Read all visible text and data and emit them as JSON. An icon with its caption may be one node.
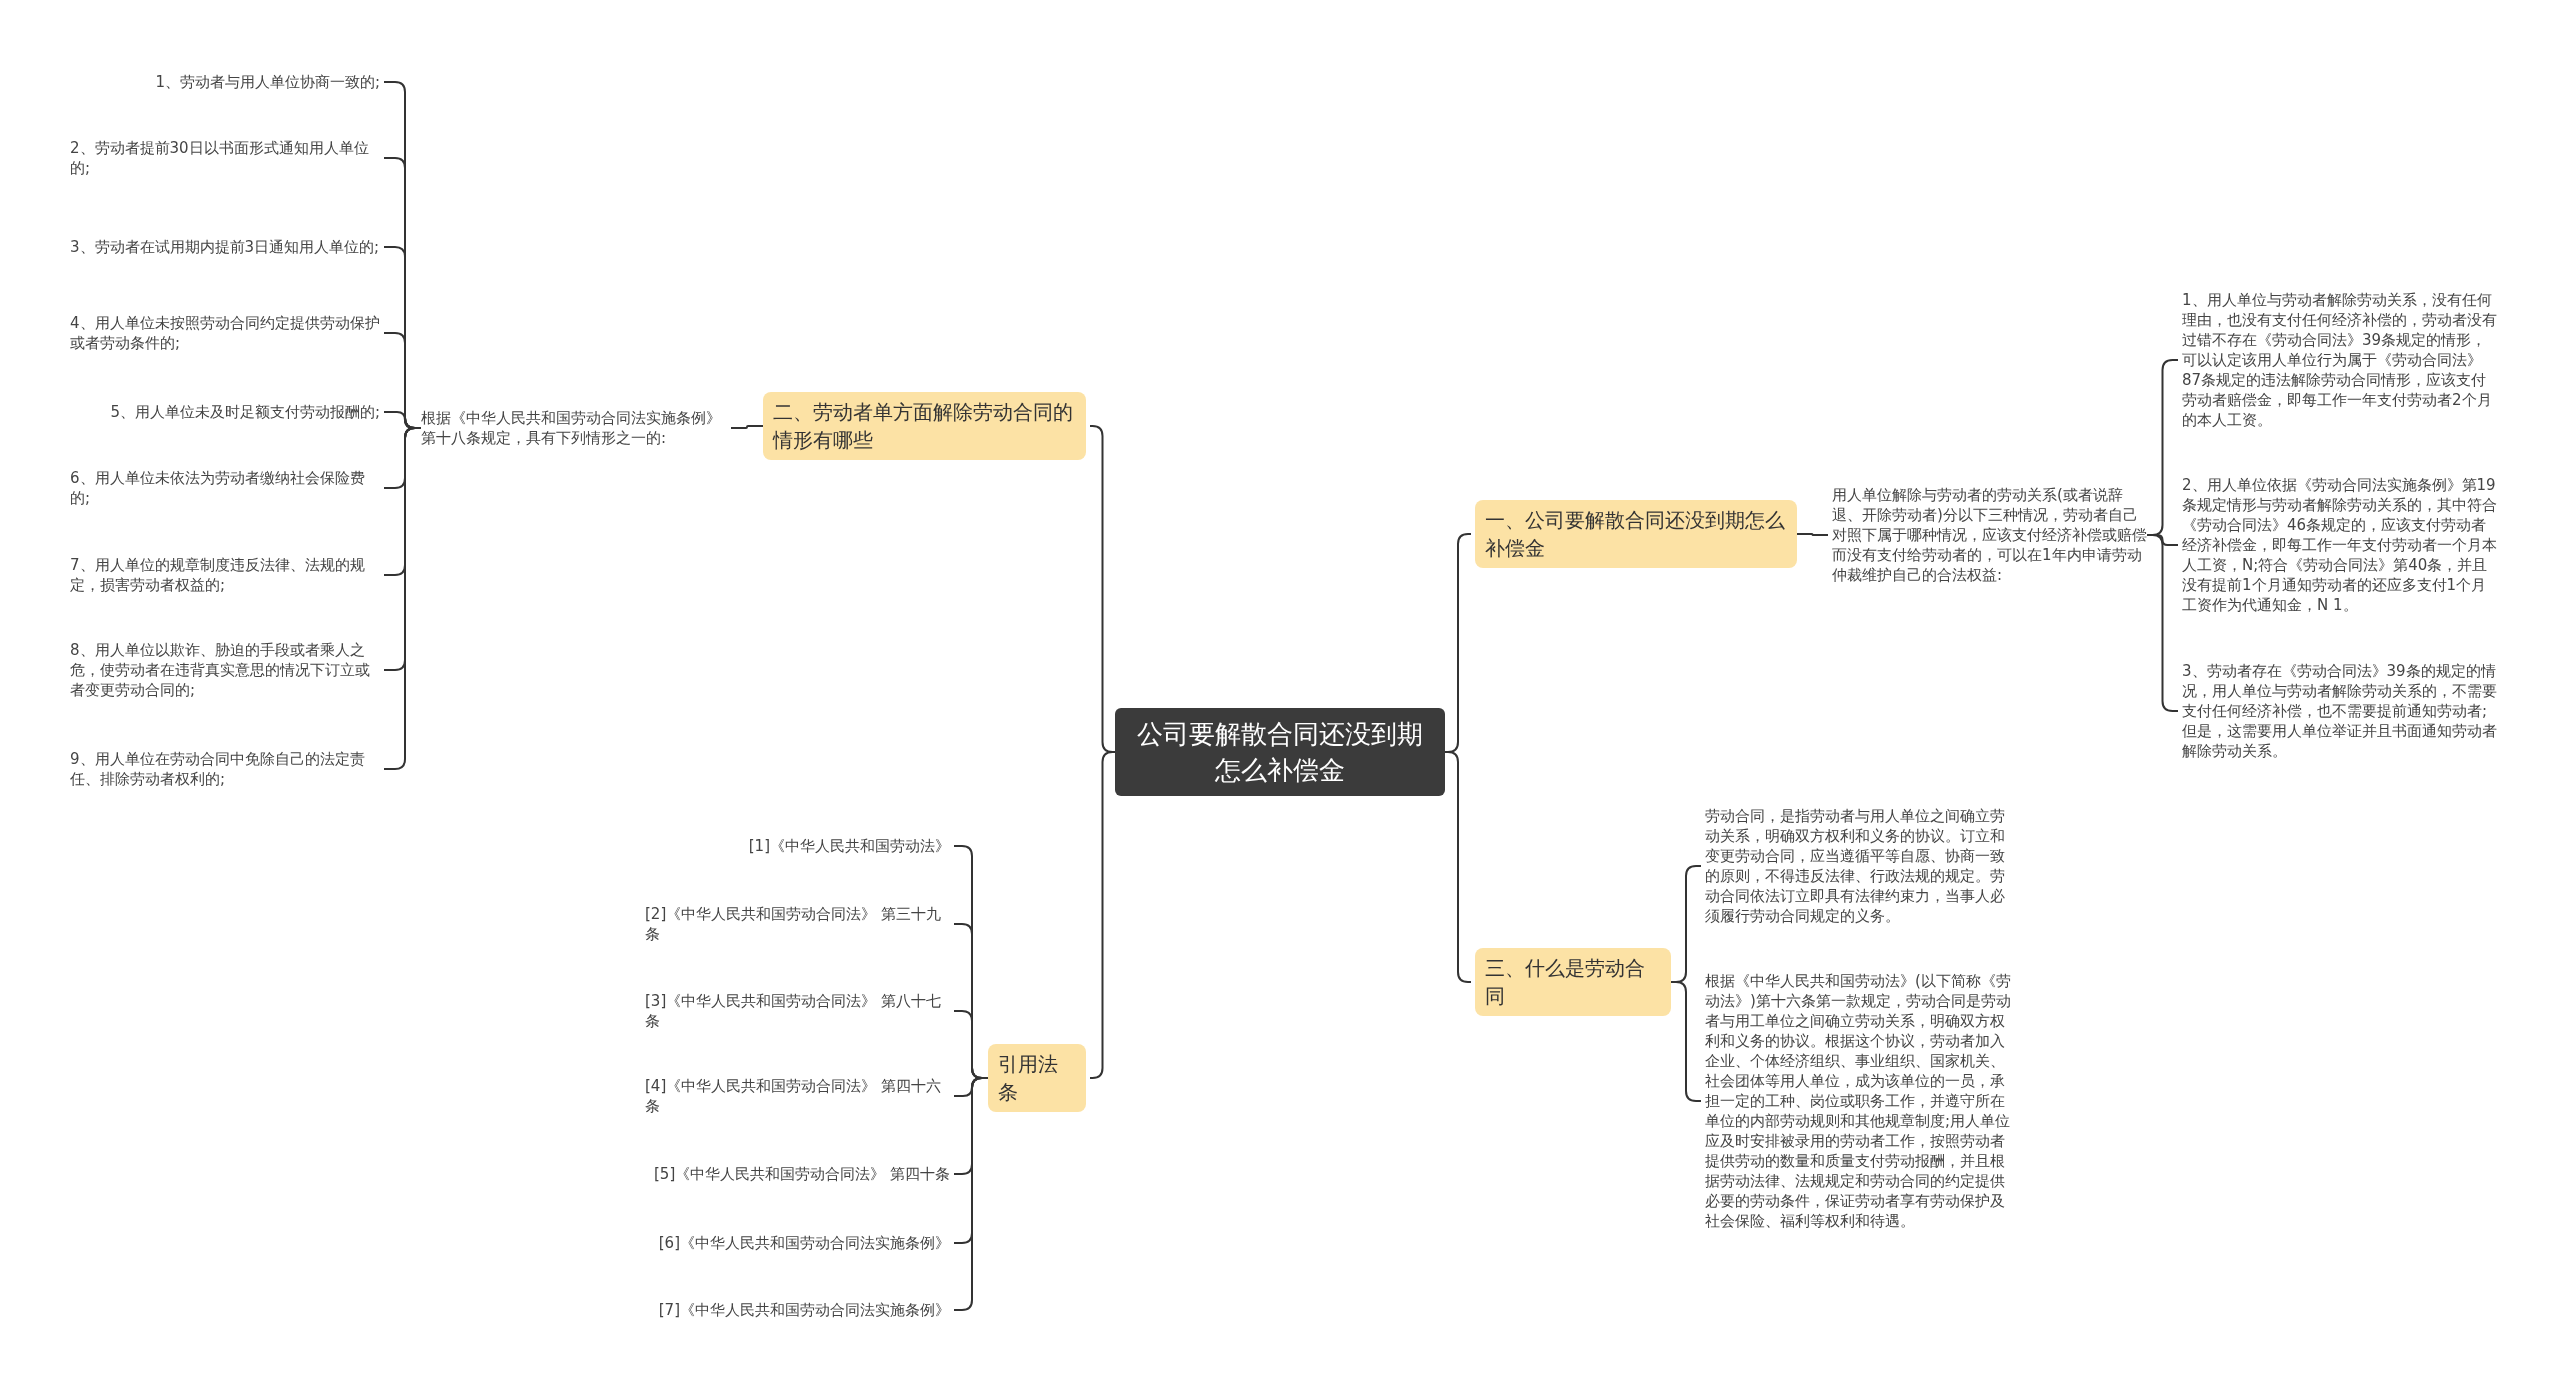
{
  "diagram": {
    "nodes": [
      {
        "text": [
          "公司要解散合同还没到期怎么补偿金"
        ]
      },
      {
        "text": [
          "一、公司要解散合同还没到期怎么补偿金"
        ]
      },
      {
        "text": [
          "用人单位解除与劳动者的劳动关系(或者说辞退、开除劳动者)分以下三种情况，劳动者自己对照下属于哪种情况，应该支付经济补偿或赔偿而没有支付给劳动者的，可以在1年内申请劳动仲裁维护自己的合法权益:"
        ]
      },
      {
        "text": [
          "1、用人单位与劳动者解除劳动关系，没有任何理由，也没有支付任何经济补偿的，劳动者没有过错不存在《劳动合同法》39条规定的情形，可以认定该用人单位行为属于《劳动合同法》87条规定的违法解除劳动合同情形，应该支付劳动者赔偿金，即每工作一年支付劳动者2个月的本人工资。"
        ]
      },
      {
        "text": [
          "2、用人单位依据《劳动合同法实施条例》第19条规定情形与劳动者解除劳动关系的，其中符合《劳动合同法》46条规定的，应该支付劳动者经济补偿金，即每工作一年支付劳动者一个月本人工资，N;符合《劳动合同法》第40条，并且没有提前1个月通知劳动者的还应多支付1个月工资作为代通知金，N 1。"
        ]
      },
      {
        "text": [
          "3、劳动者存在《劳动合同法》39条的规定的情况，用人单位与劳动者解除劳动关系的，不需要支付任何经济补偿，也不需要提前通知劳动者;但是，这需要用人单位举证并且书面通知劳动者解除劳动关系。"
        ]
      },
      {
        "text": [
          "三、什么是劳动合同"
        ]
      },
      {
        "text": [
          "劳动合同，是指劳动者与用人单位之间确立劳动关系，明确双方权利和义务的协议。订立和变更劳动合同，应当遵循平等自愿、协商一致的原则，不得违反法律、行政法规的规定。劳动合同依法订立即具有法律约束力，当事人必须履行劳动合同规定的义务。"
        ]
      },
      {
        "text": [
          "根据《中华人民共和国劳动法》(以下简称《劳动法》)第十六条第一款规定，劳动合同是劳动者与用工单位之间确立劳动关系，明确双方权利和义务的协议。根据这个协议，劳动者加入企业、个体经济组织、事业组织、国家机关、社会团体等用人单位，成为该单位的一员，承担一定的工种、岗位或职务工作，并遵守所在单位的内部劳动规则和其他规章制度;用人单位应及时安排被录用的劳动者工作，按照劳动者提供劳动的数量和质量支付劳动报酬，并且根据劳动法律、法规规定和劳动合同的约定提供必要的劳动条件，保证劳动者享有劳动保护及社会保险、福利等权利和待遇。"
        ]
      },
      {
        "text": [
          "二、劳动者单方面解除劳动合同的情形有哪些"
        ]
      },
      {
        "text": [
          "根据《中华人民共和国劳动合同法实施条例》第十八条规定，具有下列情形之一的:"
        ]
      },
      {
        "text": [
          "1、劳动者与用人单位协商一致的;"
        ]
      },
      {
        "text": [
          "2、劳动者提前30日以书面形式通知用人单位的;"
        ]
      },
      {
        "text": [
          "3、劳动者在试用期内提前3日通知用人单位的;"
        ]
      },
      {
        "text": [
          "4、用人单位未按照劳动合同约定提供劳动保护或者劳动条件的;"
        ]
      },
      {
        "text": [
          "5、用人单位未及时足额支付劳动报酬的;"
        ]
      },
      {
        "text": [
          "6、用人单位未依法为劳动者缴纳社会保险费的;"
        ]
      },
      {
        "text": [
          "7、用人单位的规章制度违反法律、法规的规定，损害劳动者权益的;"
        ]
      },
      {
        "text": [
          "8、用人单位以欺诈、胁迫的手段或者乘人之危，使劳动者在违背真实意思的情况下订立或者变更劳动合同的;"
        ]
      },
      {
        "text": [
          "9、用人单位在劳动合同中免除自己的法定责任、排除劳动者权利的;"
        ]
      },
      {
        "text": [
          "引用法条"
        ]
      },
      {
        "text": [
          "[1]《中华人民共和国劳动法》"
        ]
      },
      {
        "text": [
          "[2]《中华人民共和国劳动合同法》 第三十九条"
        ]
      },
      {
        "text": [
          "[3]《中华人民共和国劳动合同法》 第八十七条"
        ]
      },
      {
        "text": [
          "[4]《中华人民共和国劳动合同法》 第四十六条"
        ]
      },
      {
        "text": [
          "[5]《中华人民共和国劳动合同法》 第四十条"
        ]
      },
      {
        "text": [
          "[6]《中华人民共和国劳动合同法实施条例》"
        ]
      },
      {
        "text": [
          "[7]《中华人民共和国劳动合同法实施条例》"
        ]
      }
    ],
    "edges": [
      {
        "from": 0,
        "to": 1,
        "arrow": "none"
      },
      {
        "from": 1,
        "to": 2,
        "arrow": "none"
      },
      {
        "from": 2,
        "to": 3,
        "arrow": "none"
      },
      {
        "from": 2,
        "to": 4,
        "arrow": "none"
      },
      {
        "from": 2,
        "to": 5,
        "arrow": "none"
      },
      {
        "from": 0,
        "to": 6,
        "arrow": "none"
      },
      {
        "from": 6,
        "to": 7,
        "arrow": "none"
      },
      {
        "from": 6,
        "to": 8,
        "arrow": "none"
      },
      {
        "from": 0,
        "to": 9,
        "arrow": "none"
      },
      {
        "from": 9,
        "to": 10,
        "arrow": "none"
      },
      {
        "from": 10,
        "to": 11,
        "arrow": "none"
      },
      {
        "from": 10,
        "to": 12,
        "arrow": "none"
      },
      {
        "from": 10,
        "to": 13,
        "arrow": "none"
      },
      {
        "from": 10,
        "to": 14,
        "arrow": "none"
      },
      {
        "from": 10,
        "to": 15,
        "arrow": "none"
      },
      {
        "from": 10,
        "to": 16,
        "arrow": "none"
      },
      {
        "from": 10,
        "to": 17,
        "arrow": "none"
      },
      {
        "from": 10,
        "to": 18,
        "arrow": "none"
      },
      {
        "from": 10,
        "to": 19,
        "arrow": "none"
      },
      {
        "from": 0,
        "to": 20,
        "arrow": "none"
      },
      {
        "from": 20,
        "to": 21,
        "arrow": "none"
      },
      {
        "from": 20,
        "to": 22,
        "arrow": "none"
      },
      {
        "from": 20,
        "to": 23,
        "arrow": "none"
      },
      {
        "from": 20,
        "to": 24,
        "arrow": "none"
      },
      {
        "from": 20,
        "to": 25,
        "arrow": "none"
      },
      {
        "from": 20,
        "to": 26,
        "arrow": "none"
      },
      {
        "from": 20,
        "to": 27,
        "arrow": "none"
      }
    ]
  }
}
